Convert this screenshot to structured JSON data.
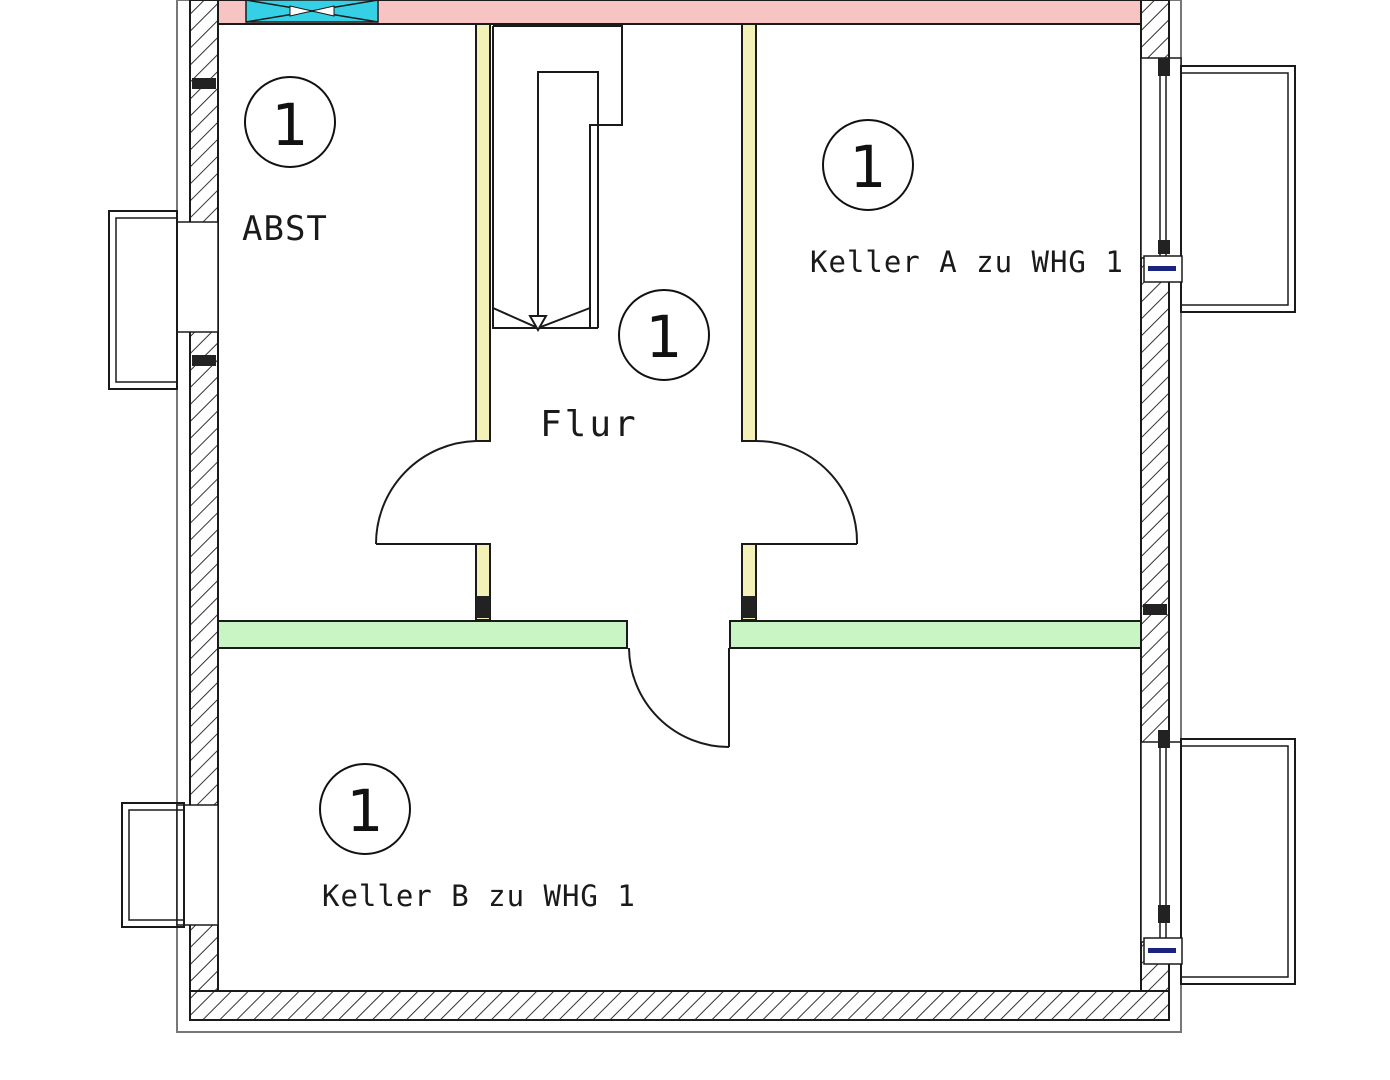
{
  "rooms": {
    "abst": {
      "number": "1",
      "name": "ABST"
    },
    "flur": {
      "number": "1",
      "name": "Flur"
    },
    "keller_a": {
      "number": "1",
      "name": "Keller A zu WHG 1"
    },
    "keller_b": {
      "number": "1",
      "name": "Keller B zu WHG 1"
    }
  },
  "colors": {
    "background": "#ffffff",
    "line": "#1a1a1a",
    "wall_hatch": "#333333",
    "top_wall_fill": "#f7c3c3",
    "vent_fill": "#35d0e6",
    "partition_fill": "#f4f1b8",
    "dividing_wall_fill": "#c9f5c5",
    "window_marker": "#1a237e"
  }
}
